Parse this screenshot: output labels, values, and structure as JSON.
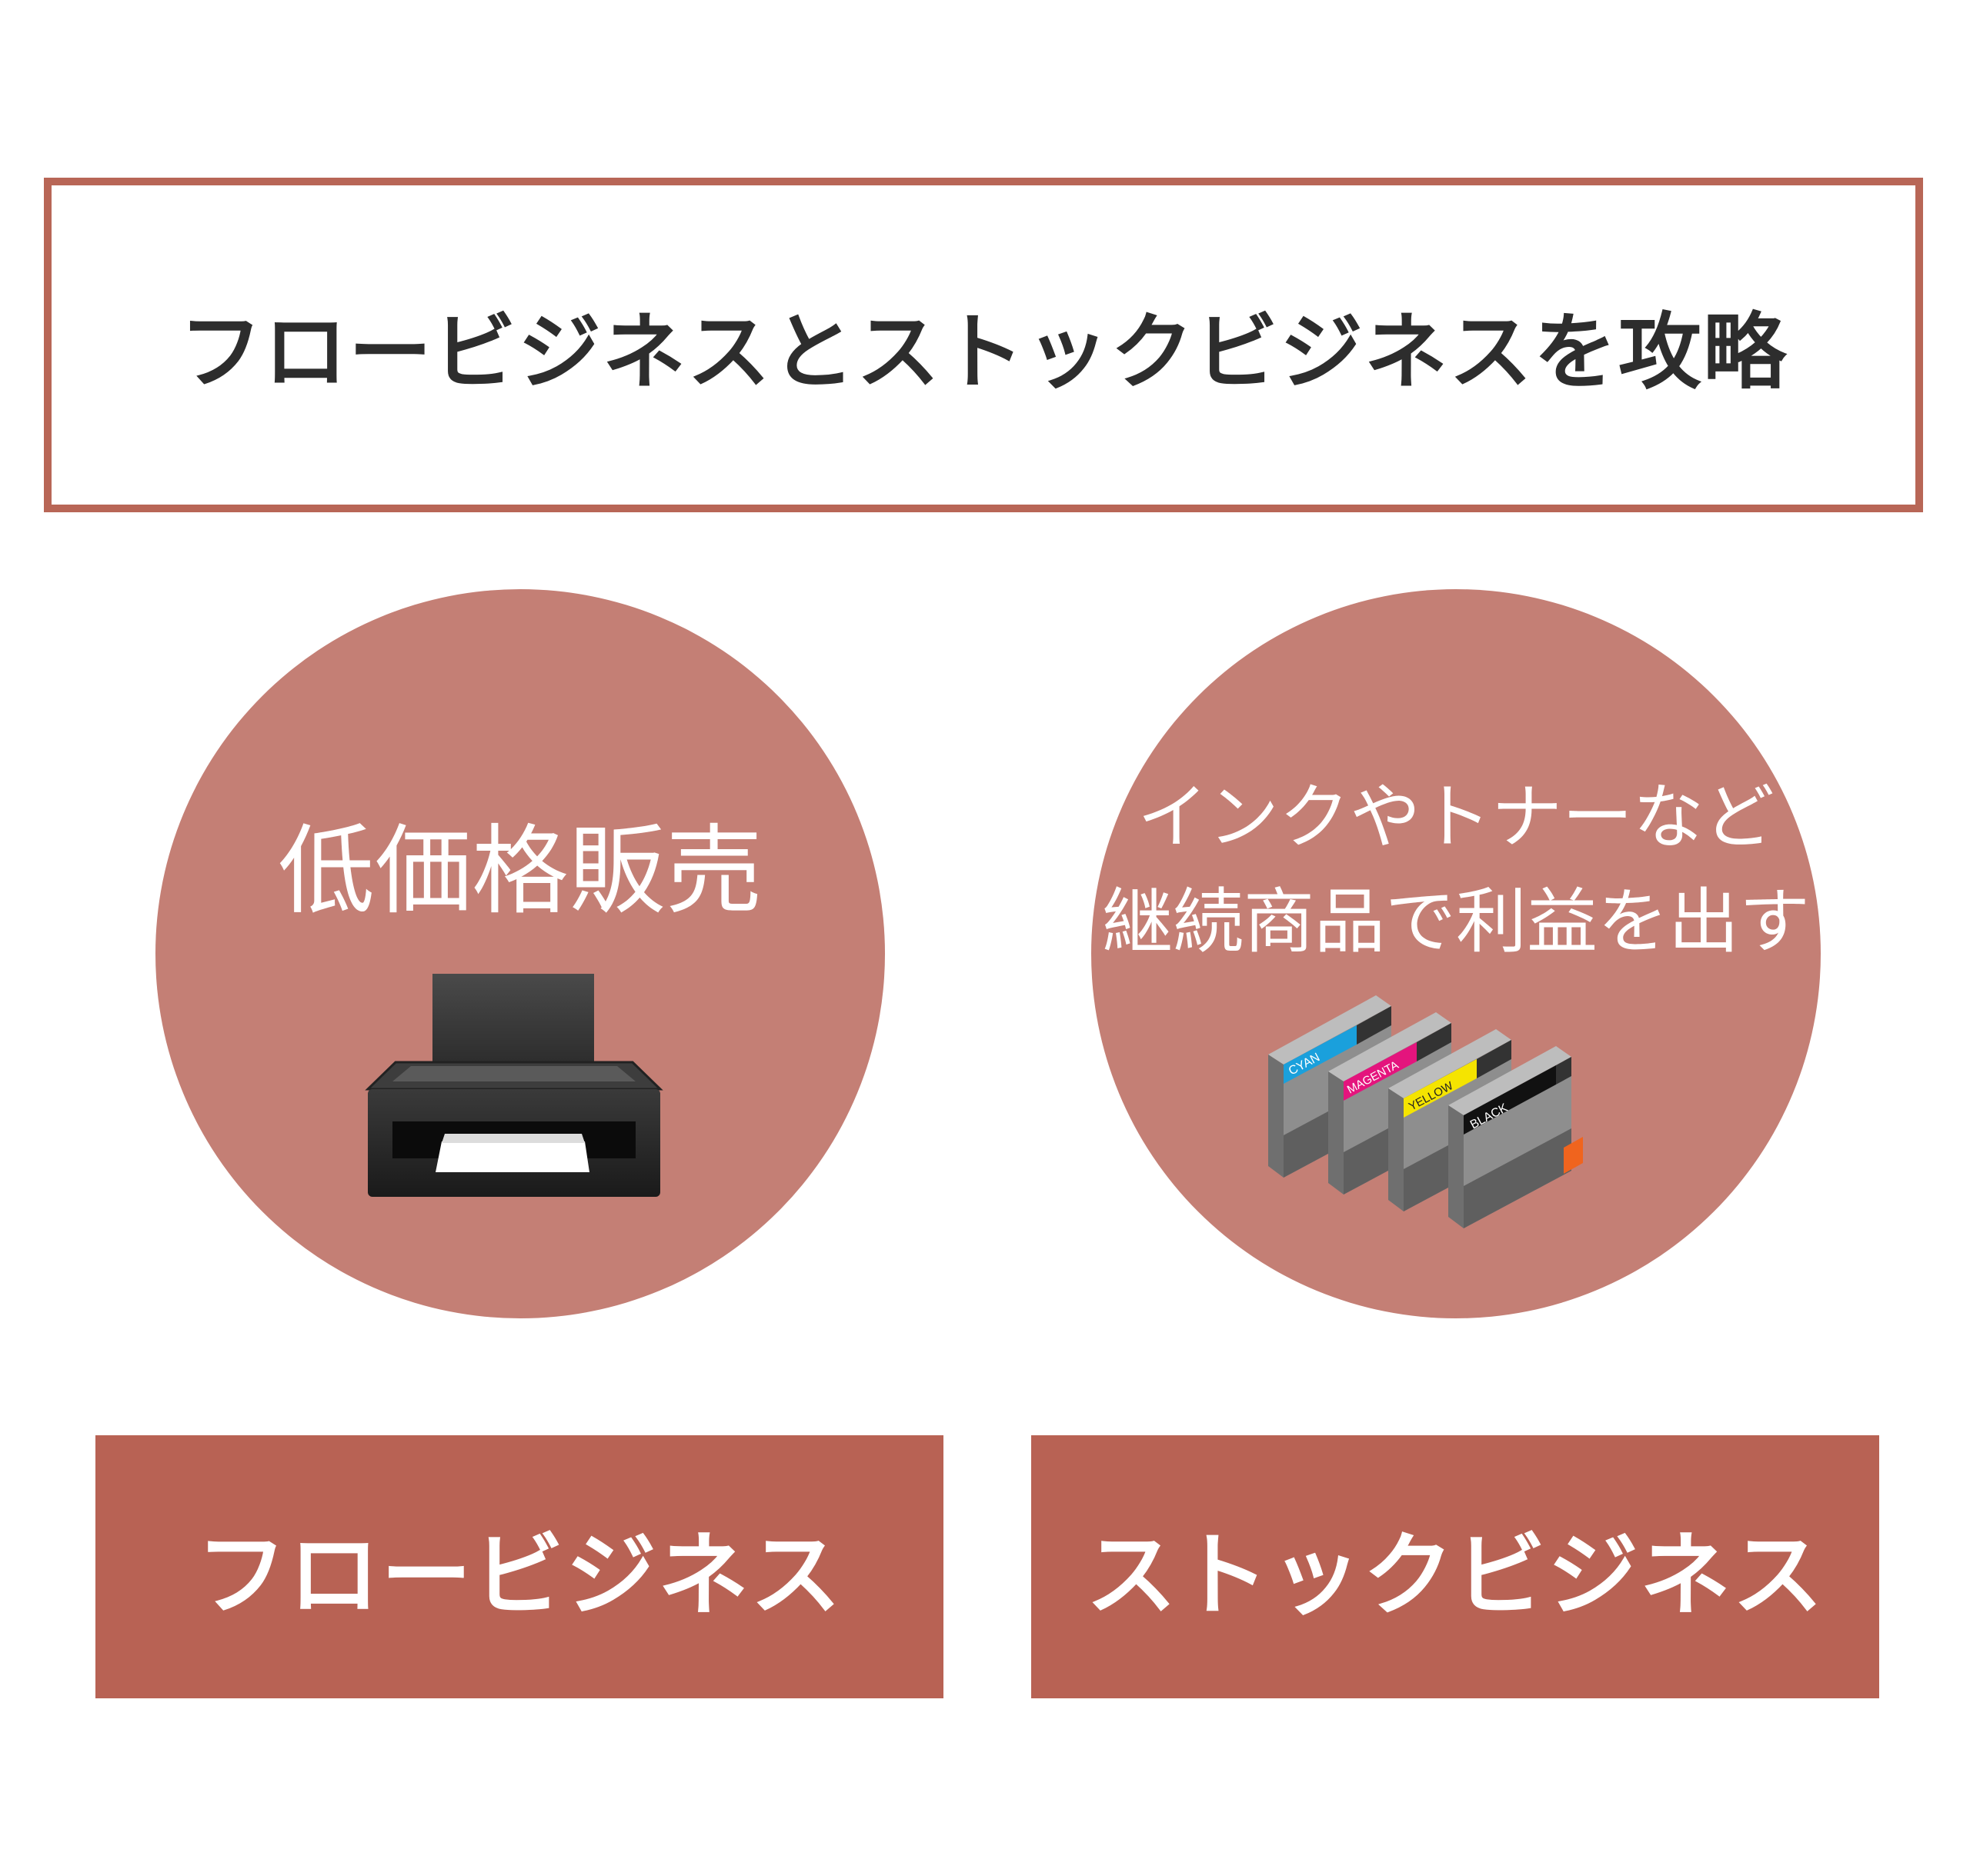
{
  "title": "フロービジネスとストックビジネスを攻略",
  "flow": {
    "circle_text": "低価格販売",
    "icon": "printer-icon",
    "label": "フロービジネス"
  },
  "stock": {
    "circle_text_line1": "インクやトナーなど",
    "circle_text_line2": "継続商品で利益を出す",
    "icon": "ink-cartridges-icon",
    "cartridges": [
      "CYAN",
      "MAGENTA",
      "YELLOW",
      "BLACK"
    ],
    "label": "ストックビジネス"
  },
  "colors": {
    "frame": "#b86656",
    "circle": "#c47f75",
    "label_box": "#b86254",
    "cyan": "#1aa0dc",
    "magenta": "#e4147d",
    "yellow": "#f5e400",
    "black": "#111111"
  }
}
